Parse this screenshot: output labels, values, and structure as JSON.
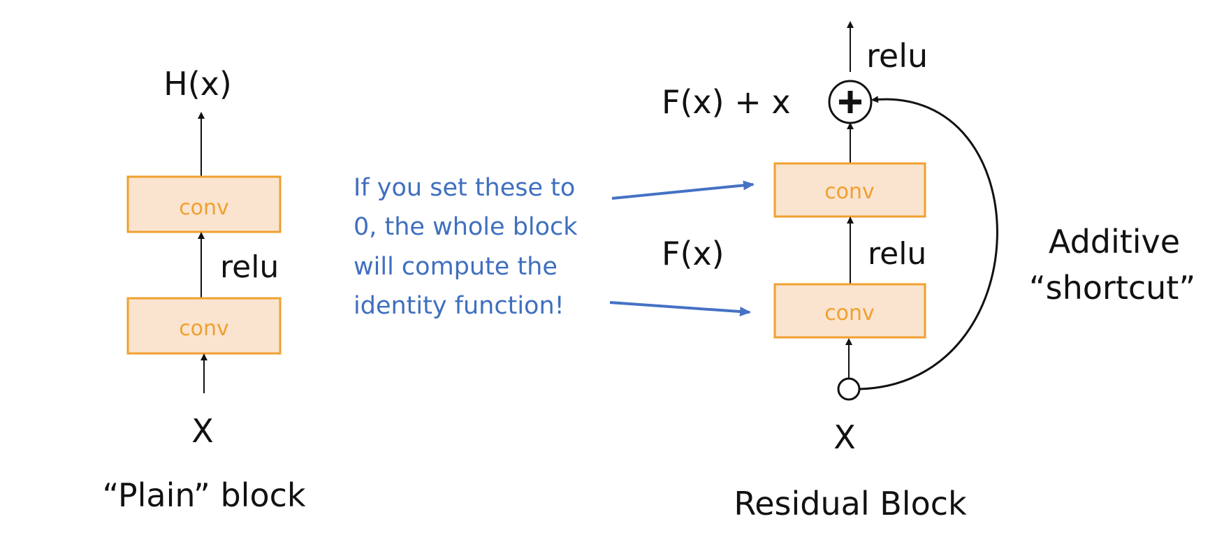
{
  "plain_block": {
    "output_label": "H(x)",
    "conv_top": "conv",
    "activation": "relu",
    "conv_bottom": "conv",
    "input_label": "X",
    "caption": "“Plain” block"
  },
  "annotation": {
    "lines": [
      "If you set these to",
      "0, the whole block",
      "will compute the",
      "identity function!"
    ]
  },
  "residual_block": {
    "output_activation": "relu",
    "sum_label": "F(x) + x",
    "conv_top": "conv",
    "fx_label": "F(x)",
    "activation": "relu",
    "conv_bottom": "conv",
    "input_label": "X",
    "caption": "Residual Block",
    "shortcut_lines": [
      "Additive",
      "“shortcut”"
    ]
  },
  "colors": {
    "box_fill": "#fae4cf",
    "box_stroke": "#f0a030",
    "annotation": "#3f6fbf",
    "line": "#111111"
  }
}
